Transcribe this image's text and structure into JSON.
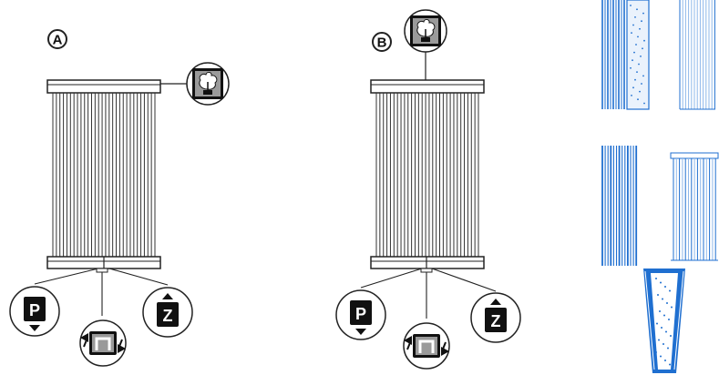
{
  "variants": [
    {
      "label": "A",
      "top_icon": "plant-icon"
    },
    {
      "label": "B",
      "top_icon": "plant-icon"
    }
  ],
  "controls": {
    "p_label": "P",
    "z_label": "Z",
    "p_icon": "p-arrow-down-icon",
    "z_icon": "z-arrow-up-icon",
    "turn_icon": "turn-arrows-icon"
  },
  "colors": {
    "line": "#222222",
    "icon_dark": "#111111",
    "icon_grey": "#9a9a9a",
    "blue": "#1f6fd0",
    "blue_light": "#8fb8ea"
  }
}
